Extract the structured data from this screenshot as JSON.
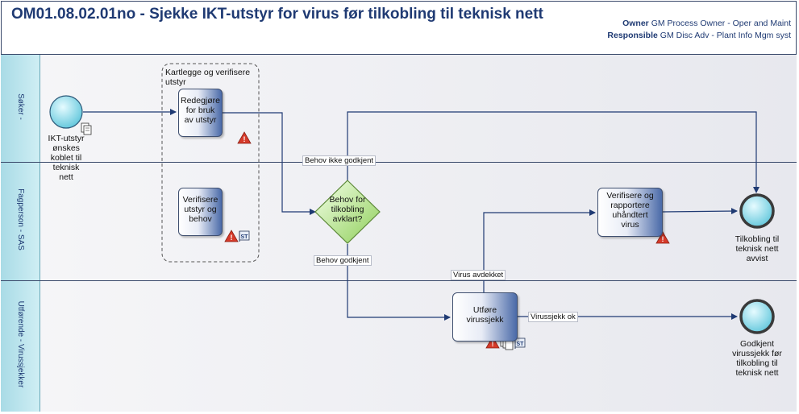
{
  "header": {
    "title": "OM01.08.02.01no - Sjekke IKT-utstyr for virus før tilkobling til teknisk nett",
    "owner_label": "Owner",
    "owner_value": "GM Process Owner - Oper and Maint",
    "responsible_label": "Responsible",
    "responsible_value": "GM Disc Adv - Plant Info Mgm syst"
  },
  "lanes": [
    {
      "label": "Søker -"
    },
    {
      "label": "Fagperson - SAS"
    },
    {
      "label": "Utførende - Virussjekker"
    }
  ],
  "group": {
    "label": "Kartlegge og verifisere utstyr"
  },
  "events": {
    "start": "IKT-utstyr ønskes koblet til teknisk nett",
    "end_rejected": "Tilkobling til teknisk nett avvist",
    "end_approved": "Godkjent virussjekk før tilkobling til teknisk nett"
  },
  "tasks": {
    "redegjore": "Redegjøre for bruk av utstyr",
    "verifisere_utstyr": "Verifisere utstyr og behov",
    "rapportere": "Verifisere og rapportere uhåndtert virus",
    "virussjekk": "Utføre virussjekk"
  },
  "gateway": {
    "label": "Behov for tilkobling avklart?"
  },
  "flows": {
    "not_approved": "Behov ikke godkjent",
    "approved": "Behov godkjent",
    "virus_found": "Virus avdekket",
    "virus_ok": "Virussjekk ok"
  },
  "icons": [
    "document-icon",
    "warning-icon",
    "document-stack-icon",
    "st-label-icon"
  ],
  "colors": {
    "title": "#1f3a73",
    "lane_label": "#a9dbe6",
    "event_fill": "#7fd3e3",
    "gateway_fill": "#b6e28a",
    "warning": "#d63a2a"
  }
}
